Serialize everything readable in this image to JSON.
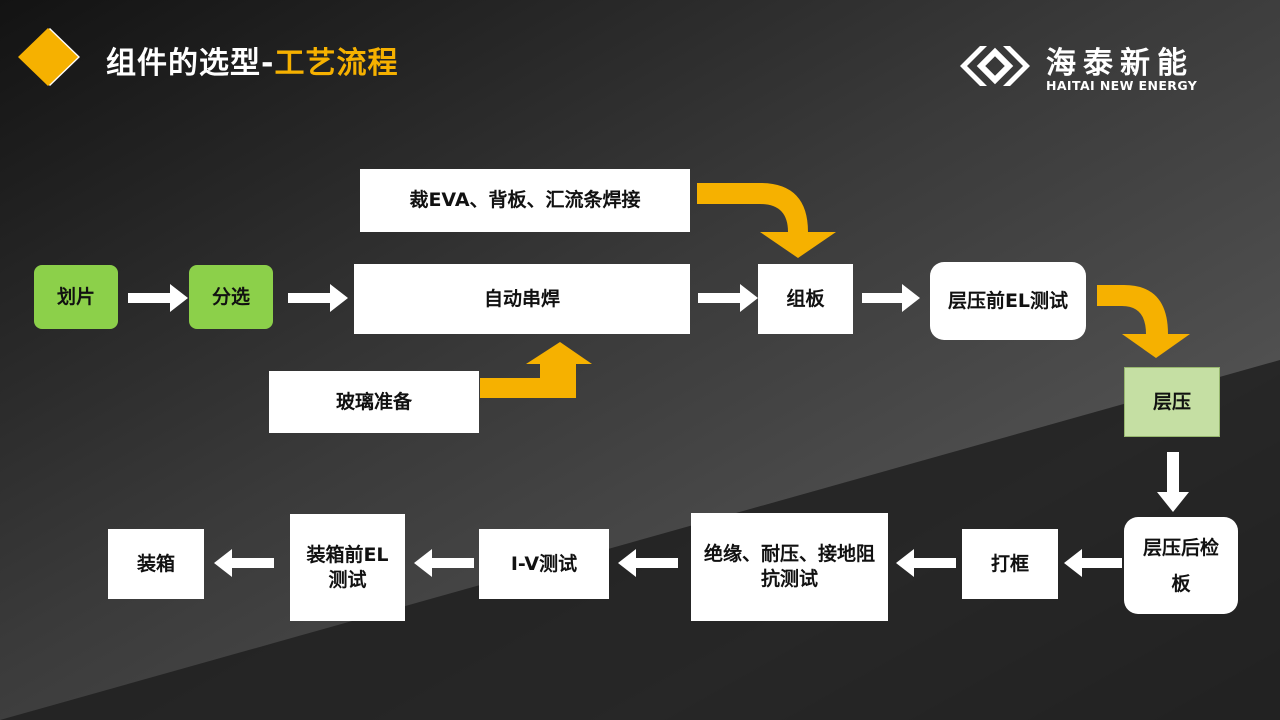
{
  "header": {
    "title_main": "组件的选型-",
    "title_accent": "工艺流程",
    "brand_name": "海泰新能",
    "brand_name_en": "HAITAI NEW ENERGY"
  },
  "colors": {
    "accent": "#f6b100",
    "start_step": "#8cd04a",
    "lamination_step": "#c5dfa3",
    "step_box": "#ffffff"
  },
  "flow": {
    "steps": {
      "slicing": "划片",
      "sorting": "分选",
      "auto_stringing": "自动串焊",
      "cut_eva_welding": "裁EVA、背板、汇流条焊接",
      "glass_prep": "玻璃准备",
      "layup": "组板",
      "pre_lam_el": "层压前EL测试",
      "lamination": "层压",
      "post_lam_inspection": "层压后检板",
      "framing": "打框",
      "insulation_test": "绝缘、耐压、接地阻抗测试",
      "iv_test": "I-V测试",
      "pre_pack_el": "装箱前EL测试",
      "packing": "装箱"
    }
  }
}
